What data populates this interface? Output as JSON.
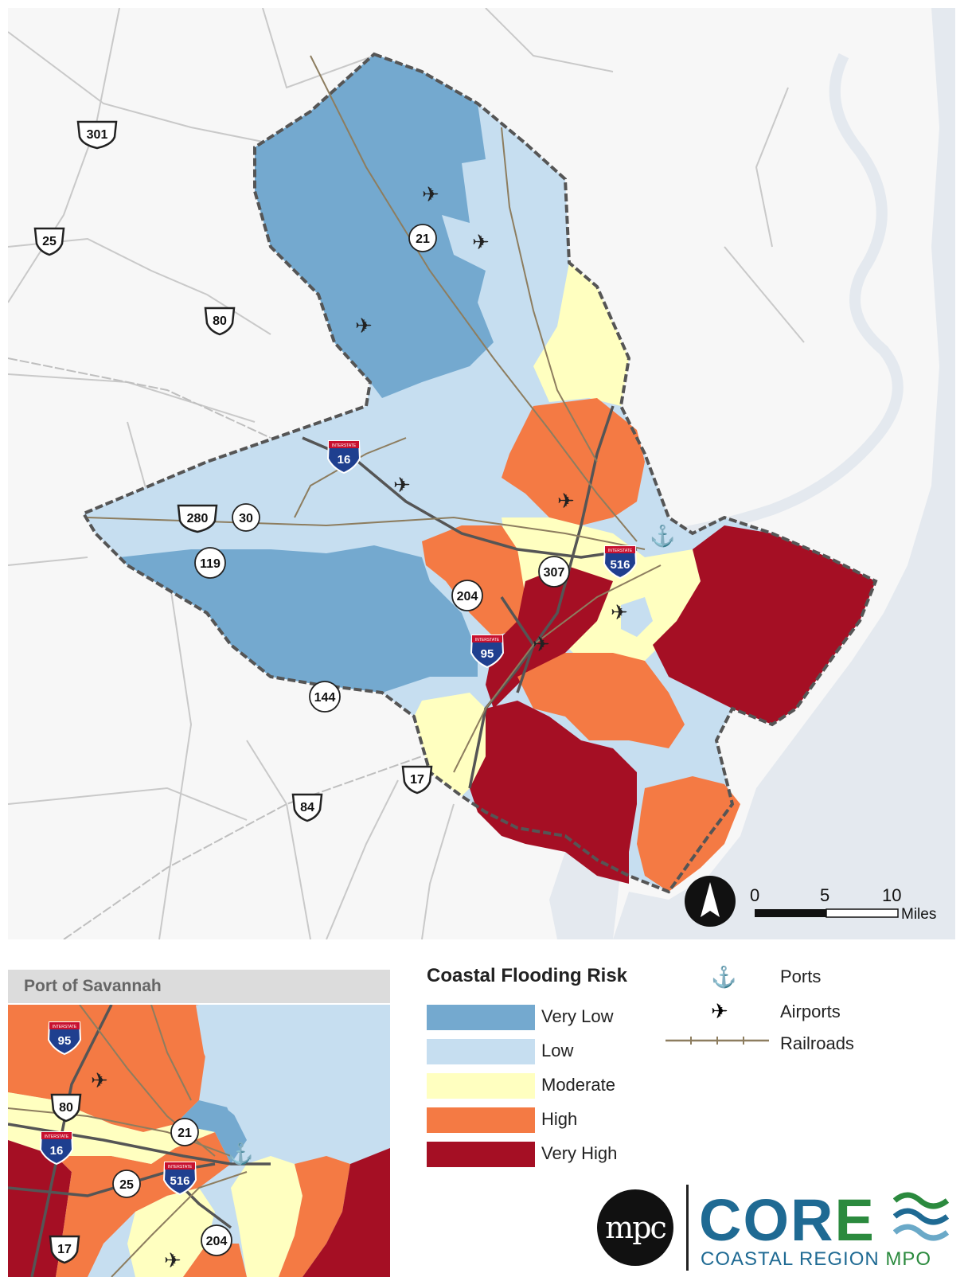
{
  "legend": {
    "title": "Coastal Flooding Risk",
    "classes": [
      {
        "label": "Very Low",
        "color": "#74a9cf"
      },
      {
        "label": "Low",
        "color": "#c6def0"
      },
      {
        "label": "Moderate",
        "color": "#ffffc0"
      },
      {
        "label": "High",
        "color": "#f47a44"
      },
      {
        "label": "Very High",
        "color": "#a50f24"
      }
    ],
    "symbols": [
      {
        "label": "Ports",
        "icon": "anchor-icon"
      },
      {
        "label": "Airports",
        "icon": "airplane-icon"
      },
      {
        "label": "Railroads",
        "icon": "railroad-line"
      }
    ]
  },
  "scale_bar": {
    "ticks": [
      "0",
      "5",
      "10"
    ],
    "unit": "Miles"
  },
  "north_arrow": {
    "icon": "north-arrow-icon"
  },
  "main_map": {
    "highways": [
      {
        "type": "us",
        "number": "301"
      },
      {
        "type": "us",
        "number": "25"
      },
      {
        "type": "us",
        "number": "80"
      },
      {
        "type": "state",
        "number": "21"
      },
      {
        "type": "interstate",
        "number": "16"
      },
      {
        "type": "us",
        "number": "280"
      },
      {
        "type": "state",
        "number": "30"
      },
      {
        "type": "state",
        "number": "119"
      },
      {
        "type": "state",
        "number": "204"
      },
      {
        "type": "state",
        "number": "307"
      },
      {
        "type": "interstate",
        "number": "516"
      },
      {
        "type": "interstate",
        "number": "95"
      },
      {
        "type": "state",
        "number": "144"
      },
      {
        "type": "us",
        "number": "17"
      },
      {
        "type": "us",
        "number": "84"
      }
    ]
  },
  "inset": {
    "title": "Port of Savannah",
    "highways": [
      {
        "type": "interstate",
        "number": "95"
      },
      {
        "type": "us",
        "number": "80"
      },
      {
        "type": "state",
        "number": "21"
      },
      {
        "type": "interstate",
        "number": "16"
      },
      {
        "type": "state",
        "number": "25"
      },
      {
        "type": "interstate",
        "number": "516"
      },
      {
        "type": "us",
        "number": "17"
      },
      {
        "type": "state",
        "number": "204"
      }
    ]
  },
  "interstate_banner": "INTERSTATE",
  "logo": {
    "mpc": "mpc",
    "core_letters": "COR",
    "core_last": "E",
    "subtitle_main": "COASTAL REGION",
    "subtitle_end": "MPO"
  },
  "colors": {
    "water": "#e4e9ef",
    "land": "#f7f7f7",
    "road": "#c9c9c9",
    "railroad": "#8d7d5f",
    "boundary": "#555555"
  }
}
